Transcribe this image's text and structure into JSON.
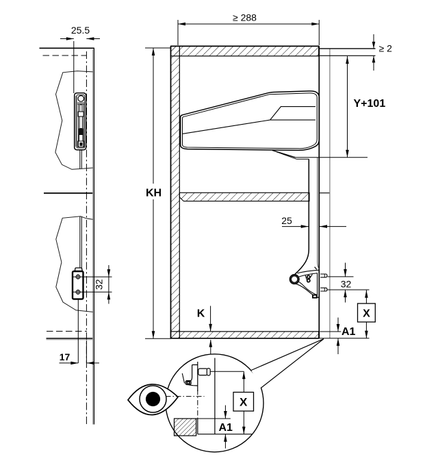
{
  "drawing": {
    "type": "technical-installation-diagram",
    "colors": {
      "line": "#000000",
      "secondary_line": "#7d7d7d",
      "background": "#ffffff"
    },
    "side_view": {
      "dim_front_offset": "25.5",
      "dim_hole_spacing": "32",
      "dim_bottom_offset": "17"
    },
    "main_view": {
      "dim_min_width": "≥ 288",
      "dim_top_clearance": "≥ 2",
      "dim_arm_length": "Y+101",
      "dim_cabinet_height": "KH",
      "dim_arm_offset": "25",
      "dim_bracket_spacing": "32",
      "label_k": "K",
      "label_x": "X",
      "label_a1": "A1"
    },
    "detail_view": {
      "label_x": "X",
      "label_a1": "A1"
    }
  }
}
